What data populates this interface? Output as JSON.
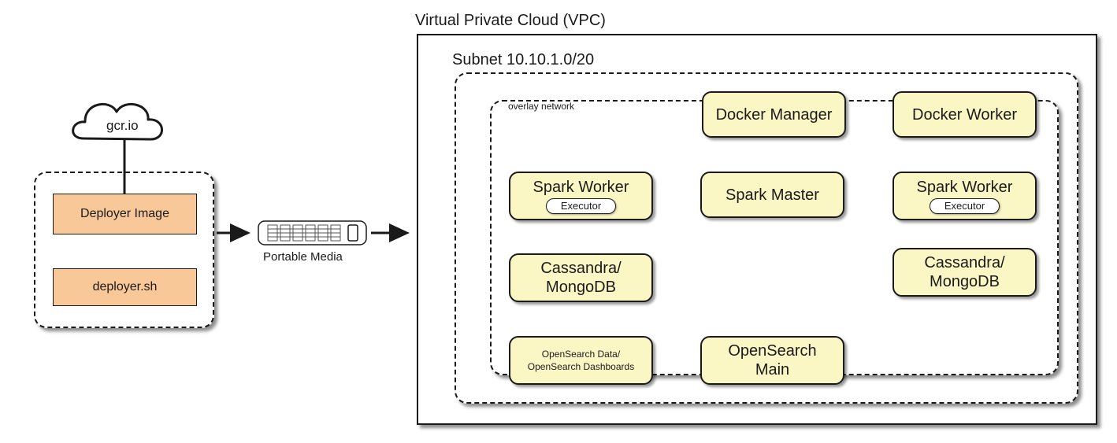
{
  "vpc": {
    "title": "Virtual Private Cloud (VPC)"
  },
  "subnet": {
    "title": "Subnet 10.10.1.0/20"
  },
  "overlay": {
    "title": "overlay network"
  },
  "nodes": {
    "docker_manager": "Docker Manager",
    "docker_worker": "Docker Worker",
    "spark_worker_left": {
      "name": "Spark Worker",
      "sub": "Executor"
    },
    "spark_master": "Spark Master",
    "spark_worker_right": {
      "name": "Spark Worker",
      "sub": "Executor"
    },
    "cassandra_left": {
      "line1": "Cassandra/",
      "line2": "MongoDB"
    },
    "cassandra_right": {
      "line1": "Cassandra/",
      "line2": "MongoDB"
    },
    "opensearch_data": {
      "line1": "OpenSearch Data/",
      "line2": "OpenSearch Dashboards"
    },
    "opensearch_main": {
      "line1": "OpenSearch",
      "line2": "Main"
    }
  },
  "deployer": {
    "registry": "gcr.io",
    "image": "Deployer Image",
    "script": "deployer.sh"
  },
  "media": {
    "label": "Portable Media"
  },
  "colors": {
    "node_fill": "#fbf7c4",
    "deployer_fill": "#f9c898",
    "stroke": "#1a1a1a"
  }
}
